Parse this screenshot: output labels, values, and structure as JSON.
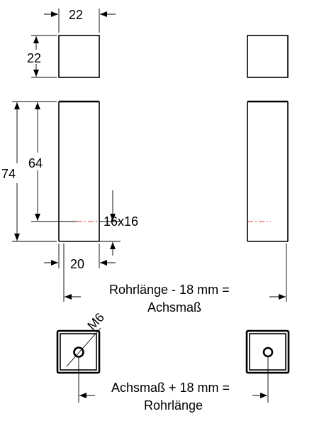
{
  "dimensions": {
    "top_width": "22",
    "top_height": "22",
    "inner_length": "64",
    "total_length": "74",
    "section": "16x16",
    "bottom_width": "20",
    "thread": "M6"
  },
  "notes": {
    "formula1_line1": "Rohrlänge - 18 mm =",
    "formula1_line2": "Achsmaß",
    "formula2_line1": "Achsmaß + 18 mm =",
    "formula2_line2": "Rohrlänge"
  },
  "colors": {
    "centerline": "#e33333",
    "lines": "#000000"
  }
}
